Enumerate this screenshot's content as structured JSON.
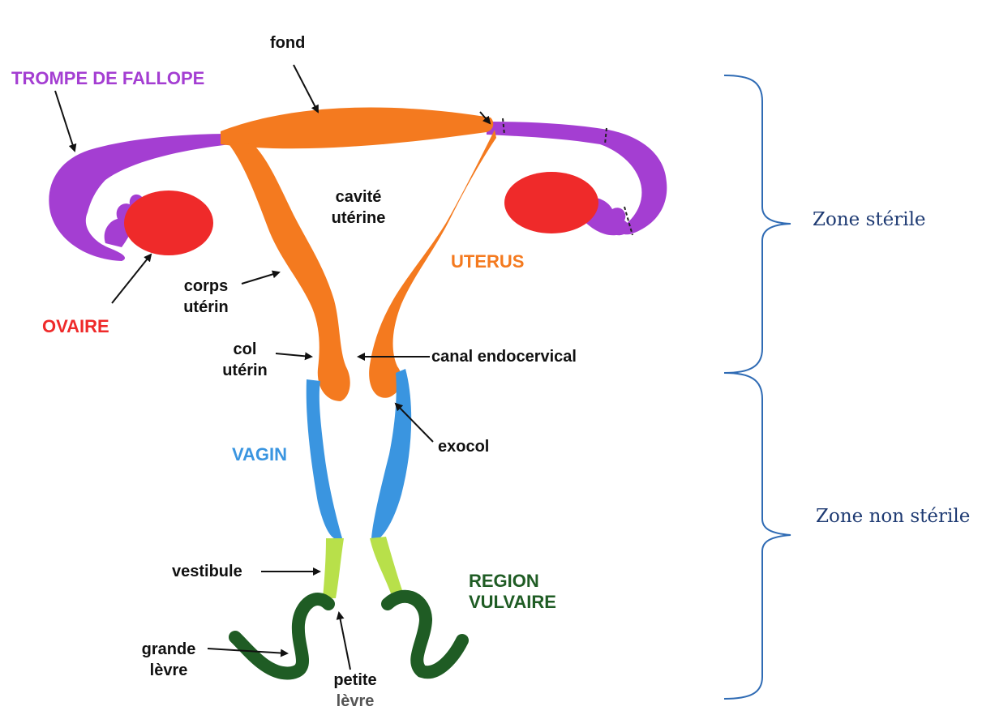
{
  "labels": {
    "fond": "fond",
    "trompe": "TROMPE DE FALLOPE",
    "cavite_1": "cavité",
    "cavite_2": "utérine",
    "uterus": "UTERUS",
    "corps_1": "corps",
    "corps_2": "utérin",
    "ovaire": "OVAIRE",
    "col_1": "col",
    "col_2": "utérin",
    "canal": "canal endocervical",
    "vagin": "VAGIN",
    "exocol": "exocol",
    "vestibule": "vestibule",
    "region_1": "REGION",
    "region_2": "VULVAIRE",
    "grande_1": "grande",
    "grande_2": "lèvre",
    "petite_1": "petite",
    "petite_2": "lèvre"
  },
  "zones": {
    "sterile": "Zone stérile",
    "non_sterile": "Zone non stérile"
  },
  "colors": {
    "trompe": "#a43ed2",
    "ovaire": "#ef2a2a",
    "uterus": "#f47a1f",
    "vagin": "#3a95e0",
    "vestibule": "#b8e04a",
    "vulve": "#1f5c24",
    "bracket": "#2f6bb4",
    "zone_text": "#1f3b73"
  }
}
